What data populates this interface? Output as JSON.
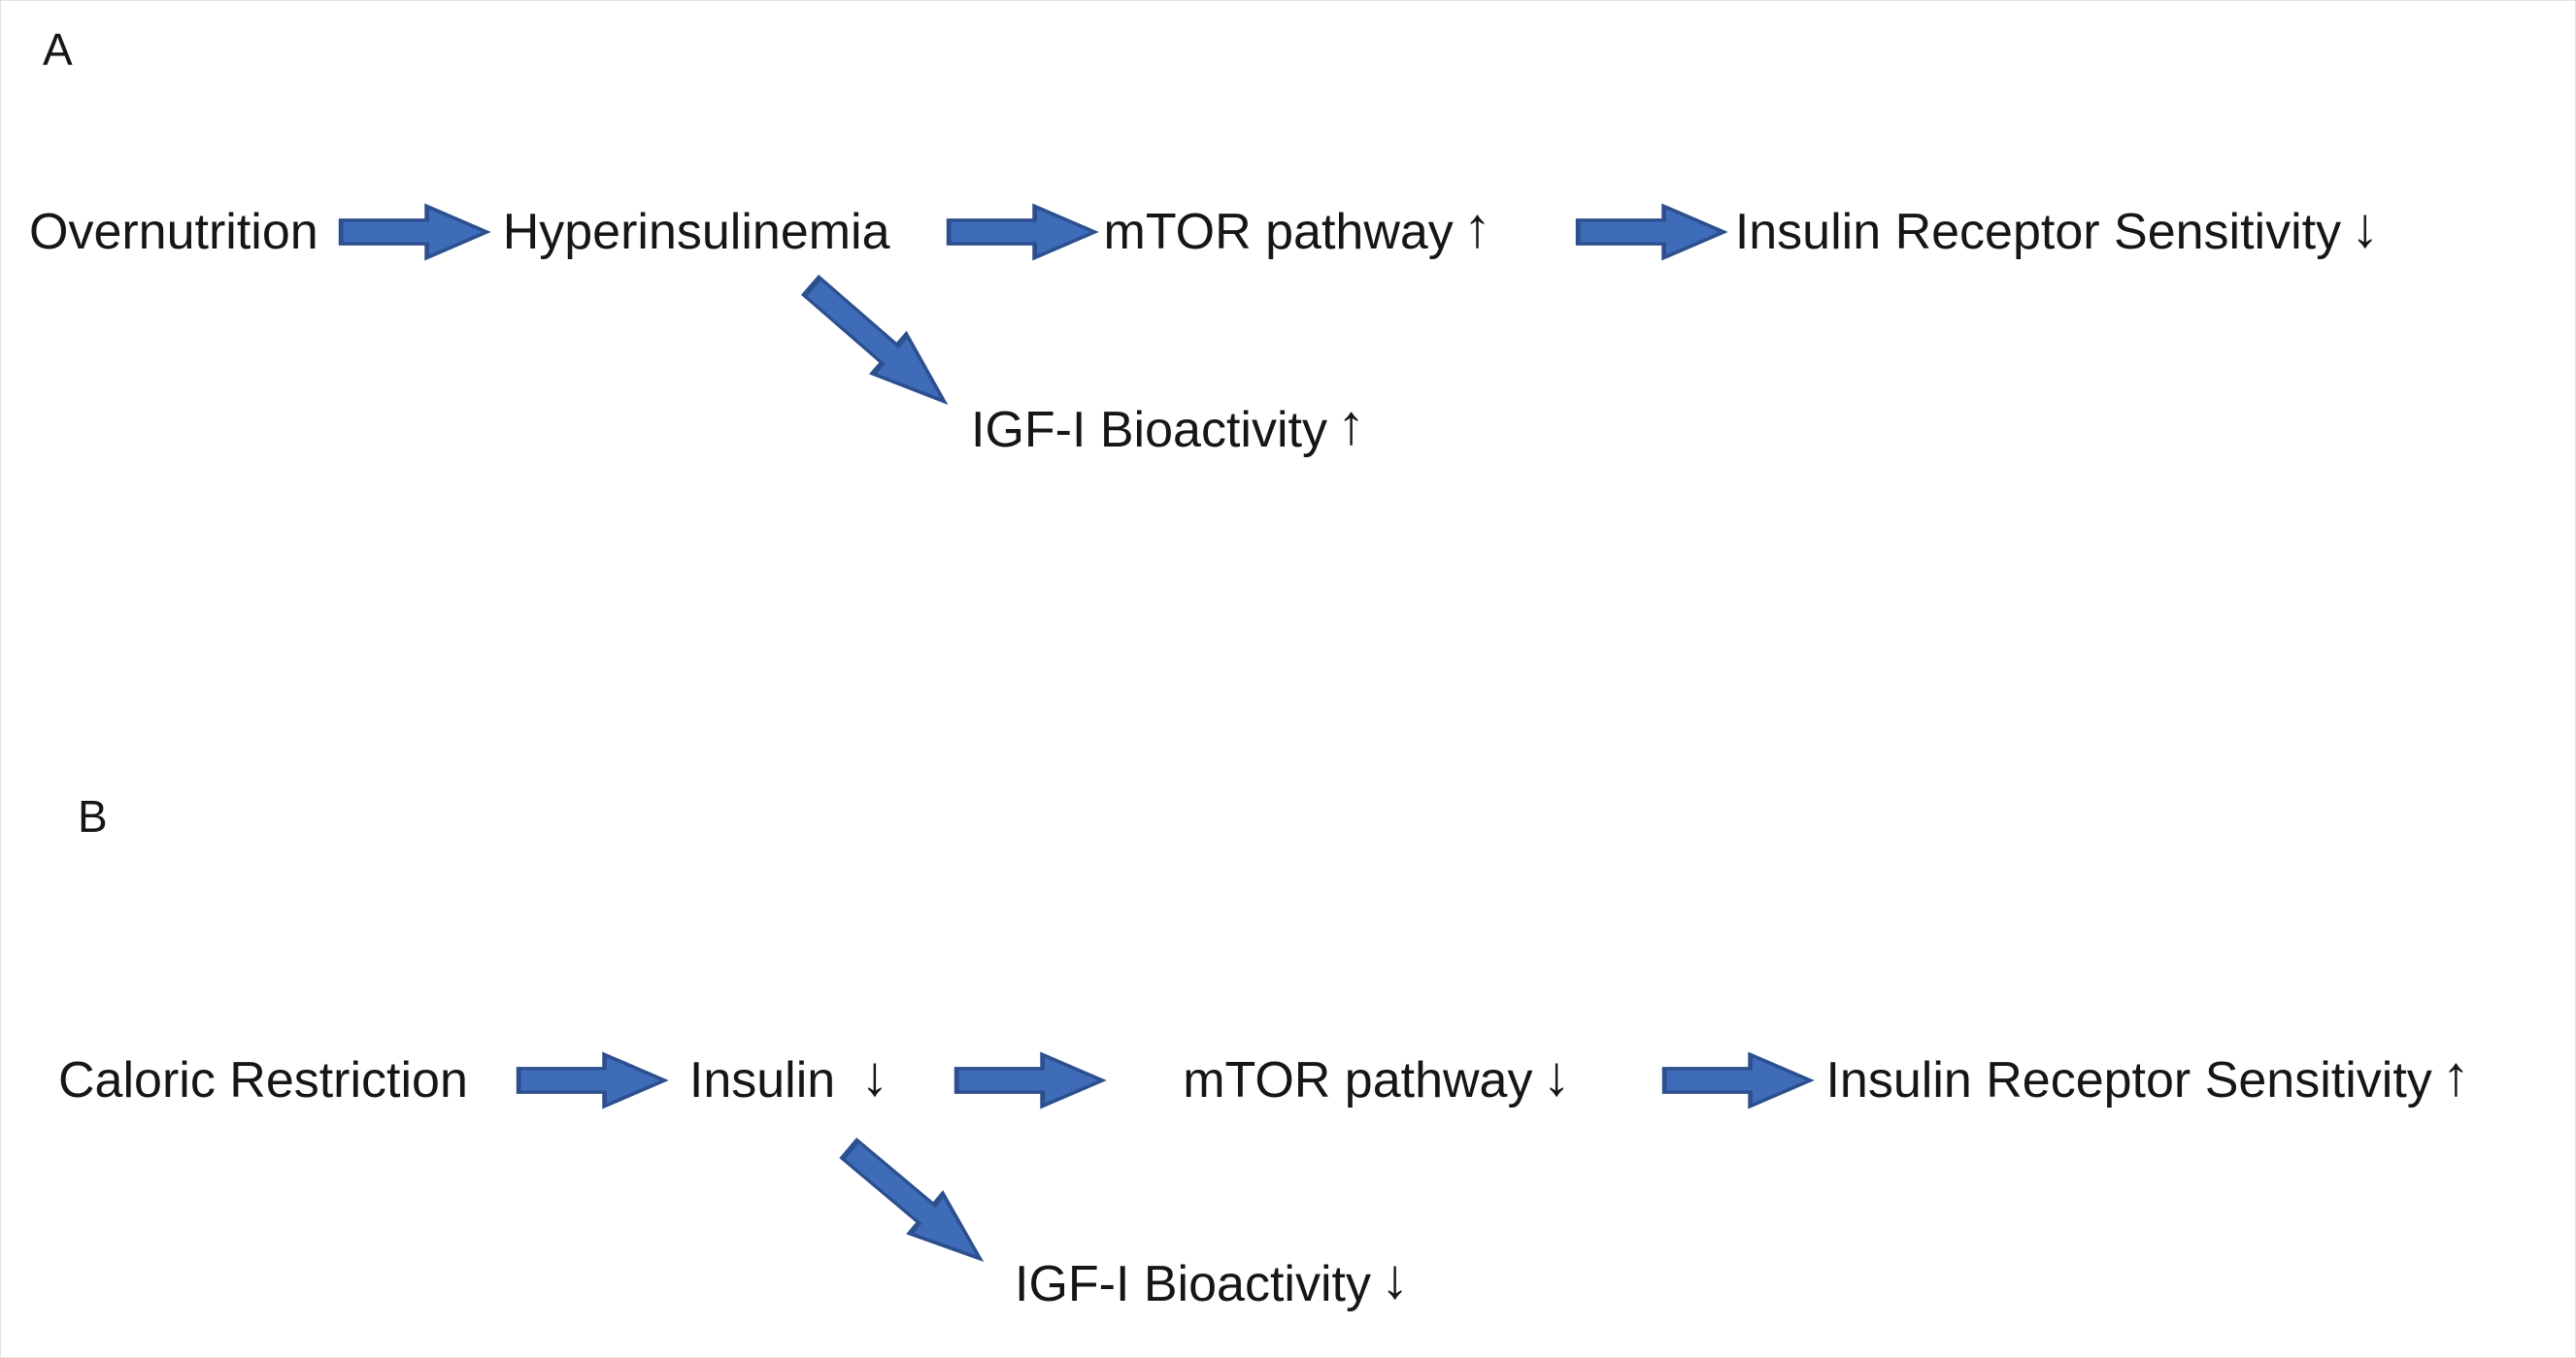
{
  "colors": {
    "background": "#ffffff",
    "text": "#161616",
    "arrow_fill": "#3e6cb8",
    "arrow_stroke": "#2c4f8e"
  },
  "panel_a": {
    "label": "A",
    "node_overnutrition": "Overnutrition",
    "node_hyperinsulinemia": "Hyperinsulinemia",
    "node_mtor": "mTOR pathway",
    "mtor_direction": "↑",
    "node_receptor": "Insulin Receptor Sensitivity",
    "receptor_direction": "↓",
    "node_igf": "IGF-I Bioactivity",
    "igf_direction": "↑"
  },
  "panel_b": {
    "label": "B",
    "node_caloric": "Caloric Restriction",
    "node_insulin": "Insulin",
    "insulin_direction": "↓",
    "node_mtor": "mTOR pathway",
    "mtor_direction": "↓",
    "node_receptor": "Insulin Receptor Sensitivity",
    "receptor_direction": "↑",
    "node_igf": "IGF-I Bioactivity",
    "igf_direction": "↓"
  }
}
